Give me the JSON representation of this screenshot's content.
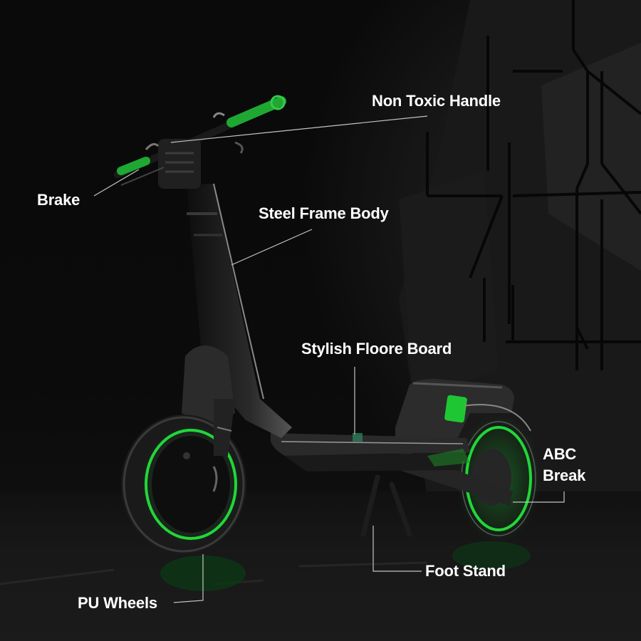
{
  "image": {
    "subject": "Electric scooter",
    "background_color": "#0a0a0a",
    "accent_color": "#22d63a",
    "label_color": "#ffffff",
    "leader_line_color": "#bdbdbd"
  },
  "callouts": [
    {
      "id": "non-toxic-handle",
      "text": "Non Toxic Handle"
    },
    {
      "id": "brake",
      "text": "Brake"
    },
    {
      "id": "steel-frame-body",
      "text": "Steel Frame Body"
    },
    {
      "id": "stylish-floore-board",
      "text": "Stylish Floore Board"
    },
    {
      "id": "abc-break",
      "line1": "ABC",
      "line2": "Break"
    },
    {
      "id": "foot-stand",
      "text": "Foot Stand"
    },
    {
      "id": "pu-wheels",
      "text": "PU Wheels"
    }
  ]
}
